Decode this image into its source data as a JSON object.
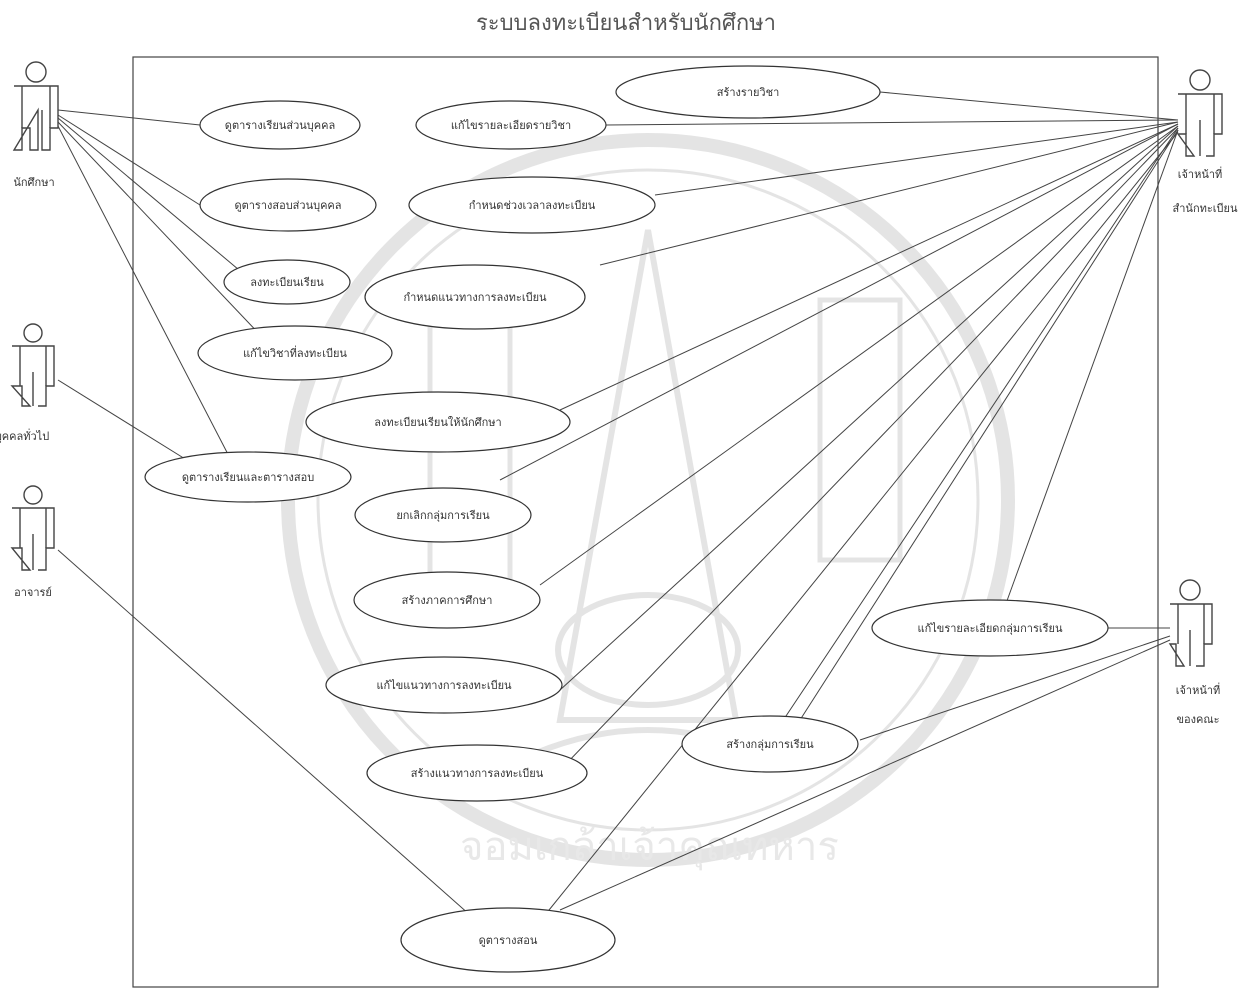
{
  "title": "ระบบลงทะเบียนสำหรับนักศึกษา",
  "actors": {
    "student": "นักศึกษา",
    "public": "บุคคลทั่วไป",
    "teacher": "อาจารย์",
    "registrar_l1": "เจ้าหน้าที่",
    "registrar_l2": "สำนักทะเบียน",
    "faculty_l1": "เจ้าหน้าที่",
    "faculty_l2": "ของคณะ"
  },
  "use_cases": {
    "create_course": "สร้างรายวิชา",
    "edit_course_detail": "แก้ไขรายละเอียดรายวิชา",
    "view_personal_timetable": "ดูตารางเรียนส่วนบุคคล",
    "view_personal_exam": "ดูตารางสอบส่วนบุคคล",
    "set_registration_period": "กำหนดช่วงเวลาลงทะเบียน",
    "register": "ลงทะเบียนเรียน",
    "set_registration_guideline": "กำหนดแนวทางการลงทะเบียน",
    "edit_registered_course": "แก้ไขวิชาที่ลงทะเบียน",
    "register_for_student": "ลงทะเบียนเรียนให้นักศึกษา",
    "view_timetable_exam": "ดูตารางเรียนและตารางสอบ",
    "cancel_class_group": "ยกเลิกกลุ่มการเรียน",
    "create_semester": "สร้างภาคการศึกษา",
    "edit_registration_guideline": "แก้ไขแนวทางการลงทะเบียน",
    "edit_class_group_detail": "แก้ไขรายละเอียดกลุ่มการเรียน",
    "create_class_group": "สร้างกลุ่มการเรียน",
    "create_registration_guideline": "สร้างแนวทางการลงทะเบียน",
    "view_teaching_schedule": "ดูตารางสอน"
  },
  "watermark_text": "จอมเกล้าเจ้าคุณทหาร"
}
